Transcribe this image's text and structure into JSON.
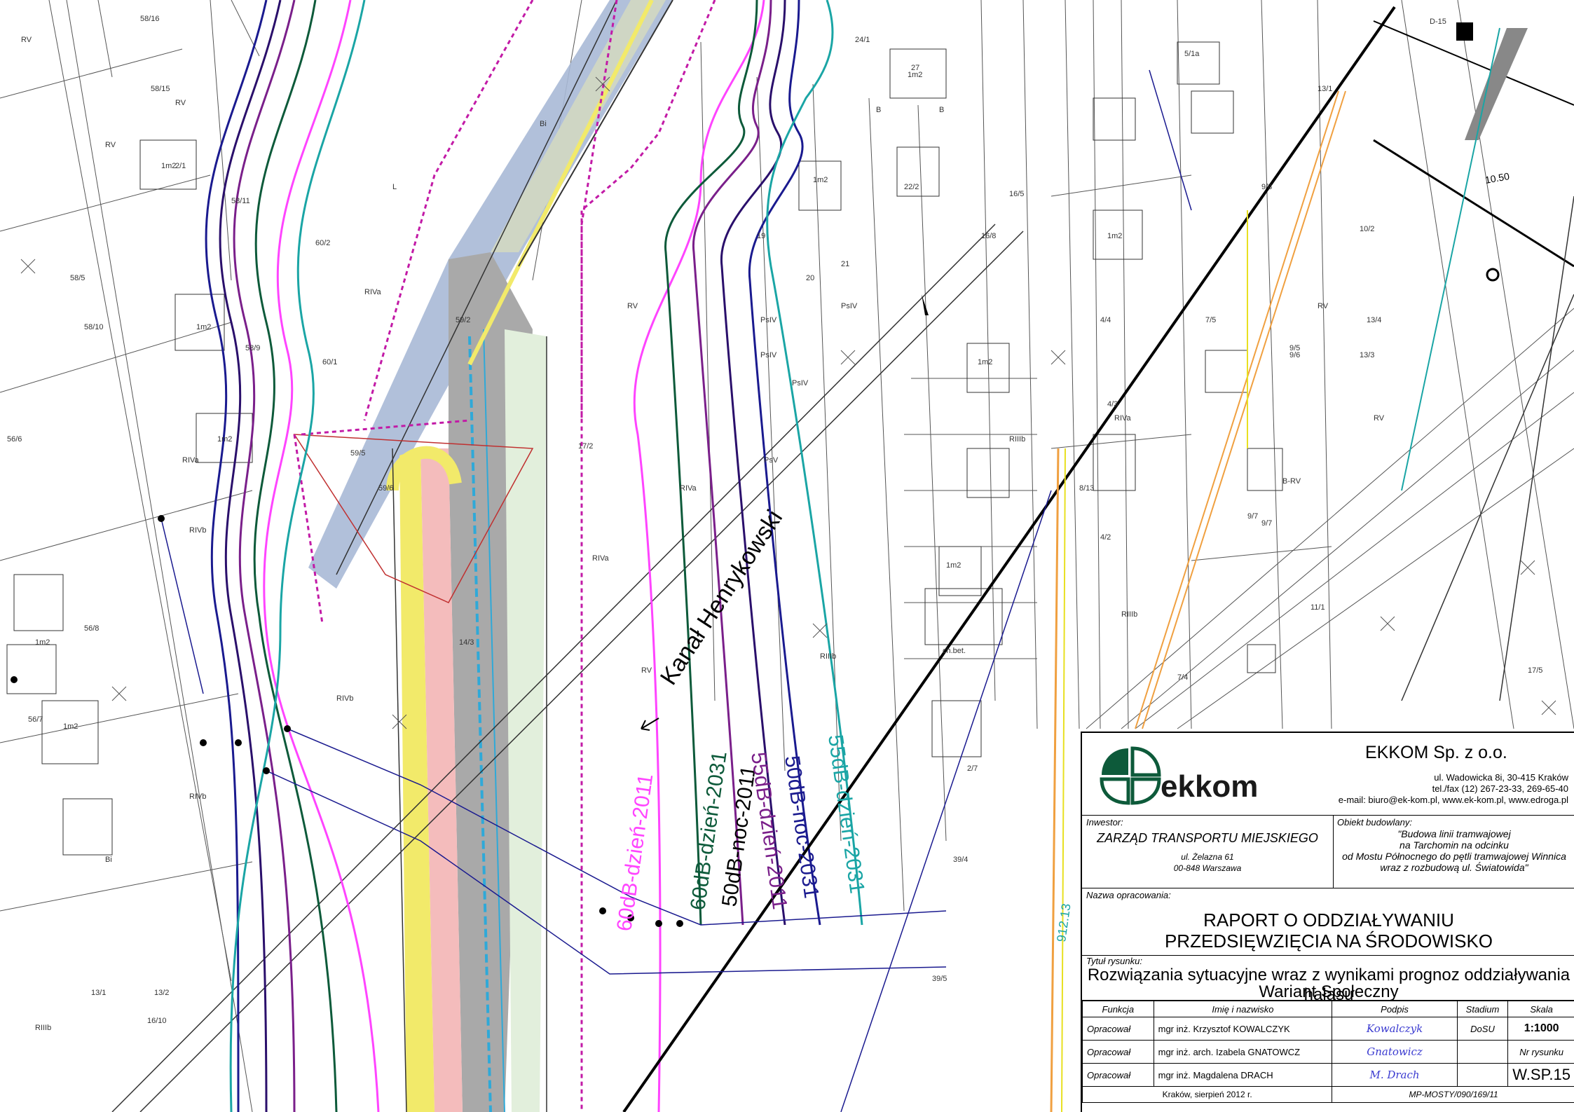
{
  "parcels": [
    "RV",
    "RV",
    "58/16",
    "58/15",
    "RV",
    "2/1",
    "58/11",
    "58/10",
    "56/8",
    "56/7",
    "Bi",
    "58/9",
    "56/6",
    "58/5",
    "RIVb",
    "RIVa",
    "13/1",
    "13/2",
    "16/10",
    "RIIIb",
    "RIVb",
    "60/2",
    "60/1",
    "59/5",
    "59/6",
    "L",
    "RIVa",
    "RIVb",
    "59/2",
    "RV",
    "RIVa",
    "RIVa",
    "17/2",
    "14/3",
    "RV",
    "PsIV",
    "PsIV",
    "PsIV",
    "PsIV",
    "PsV",
    "RIIIb",
    "24/1",
    "22/2",
    "20",
    "19",
    "21",
    "Bi",
    "B",
    "B",
    "27",
    "16/8",
    "16/5",
    "4/4",
    "4/3",
    "4/2",
    "RIVa",
    "RIIIb",
    "7/5",
    "7/4",
    "9/8",
    "9/7",
    "9/5",
    "9/6",
    "13/4",
    "13/3",
    "13/1",
    "B-RV",
    "RIIIb",
    "RV",
    "RV",
    "10/2",
    "17/5",
    "2/7",
    "39/5",
    "39/4",
    "11/1",
    "5/1a",
    "9/7",
    "8/13",
    "ch.bet.",
    "1m2",
    "1m2",
    "1m2",
    "1m2",
    "1m2",
    "1m2",
    "1m2",
    "1m2",
    "1m2",
    "1m2"
  ],
  "labels": {
    "canal": "Kanał Henrykowski",
    "c60d2011": "60dB-dzień-2011",
    "c60d2031": "60dB-dzień-2031",
    "c50n2011": "50dB-noc-2011",
    "c55d2011": "55dB-dzień-2011",
    "c50n2031": "50dB-noc-2031",
    "c55d2031": "55dB-dzień-2031",
    "level": "912.13",
    "corner_tag": "D-15",
    "sizes": "10.50"
  },
  "colors": {
    "c60": "#ff44ff",
    "c60_2031": "#0d5a3a",
    "c55": "#7a1f8a",
    "c50": "#2a0f6b",
    "c50_2031": "#1a1a8f",
    "c55_2031": "#1aa5a5",
    "tram_grey": "#a9a9a9",
    "tram_blue": "#a9b9d6",
    "road_yellow": "#f2ea6a",
    "road_pink": "#f4bcbc",
    "water": "#2fa9d8"
  },
  "titleblock": {
    "logo_text": "ekkom",
    "company": "EKKOM Sp. z o.o.",
    "addr1": "ul. Wadowicka 8i, 30-415 Kraków",
    "addr2": "tel./fax (12) 267-23-33, 269-65-40",
    "addr3": "e-mail: biuro@ek-kom.pl, www.ek-kom.pl, www.edroga.pl",
    "investor_label": "Inwestor:",
    "investor": "ZARZĄD TRANSPORTU MIEJSKIEGO",
    "investor_addr1": "ul. Żelazna 61",
    "investor_addr2": "00-848 Warszawa",
    "object_label": "Obiekt budowlany:",
    "object1": "\"Budowa linii tramwajowej",
    "object2": "na Tarchomin na odcinku",
    "object3": "od Mostu Północnego do pętli tramwajowej Winnica",
    "object4": "wraz z rozbudową ul. Światowida\"",
    "study_label": "Nazwa opracowania:",
    "study1": "RAPORT O ODDZIAŁYWANIU",
    "study2": "PRZEDSIĘWZIĘCIA NA ŚRODOWISKO",
    "drawing_label": "Tytuł rysunku:",
    "drawing1": "Rozwiązania sytuacyjne wraz z wynikami prognoz oddziaływania hałasu",
    "drawing2": "Wariant Społeczny",
    "headers": [
      "Funkcja",
      "Imię i nazwisko",
      "Podpis",
      "Stadium",
      "Skala"
    ],
    "rows": [
      {
        "func": "Opracował",
        "name": "mgr inż. Krzysztof KOWALCZYK",
        "sig": "Kowalczyk",
        "stadium": "DoSU",
        "scale": "1:1000"
      },
      {
        "func": "Opracował",
        "name": "mgr inż. arch. Izabela GNATOWCZ",
        "sig": "Gnatowicz",
        "stadium": "",
        "scale": "Nr rysunku"
      },
      {
        "func": "Opracował",
        "name": "mgr inż. Magdalena DRACH",
        "sig": "M. Drach",
        "stadium": "",
        "scale": "W.SP.15"
      }
    ],
    "place_date": "Kraków, sierpień 2012 r.",
    "ref": "MP-MOSTY/090/169/11"
  }
}
